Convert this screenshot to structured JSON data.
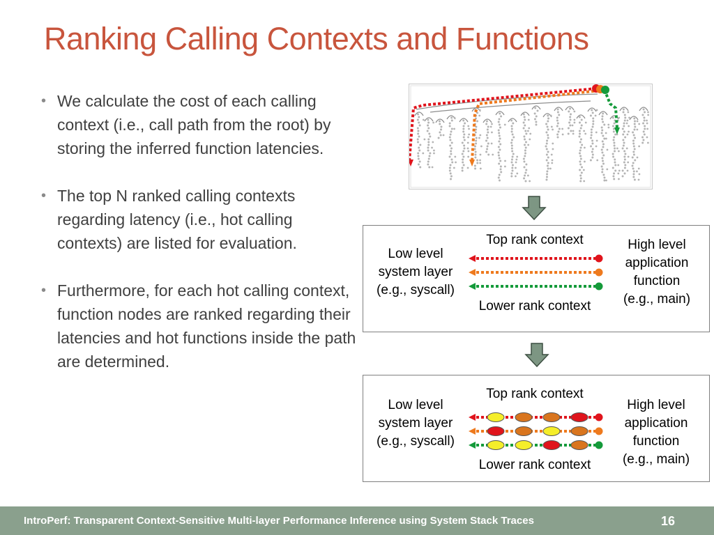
{
  "title": "Ranking Calling Contexts and Functions",
  "bullets": [
    "We calculate the cost of each calling context (i.e., call path from the root) by storing the inferred function latencies.",
    "The top N ranked calling contexts regarding latency (i.e., hot calling contexts) are listed for evaluation.",
    "Furthermore, for each hot calling context, function nodes are ranked regarding their latencies and hot functions inside the path are determined."
  ],
  "panel1": {
    "top_label": "Top rank context",
    "bottom_label": "Lower rank context",
    "left_label": [
      "Low level",
      "system layer",
      "(e.g., syscall)"
    ],
    "right_label": [
      "High level",
      "application",
      "function",
      "(e.g., main)"
    ]
  },
  "panel2": {
    "top_label": "Top rank context",
    "bottom_label": "Lower rank context",
    "left_label": [
      "Low level",
      "system layer",
      "(e.g., syscall)"
    ],
    "right_label": [
      "High level",
      "application",
      "function",
      "(e.g., main)"
    ]
  },
  "colors": {
    "title": "#c8553d",
    "path_red": "#e0141c",
    "path_orange": "#ee7a1e",
    "path_green": "#149a3a",
    "node_yellow": "#f5ee2a",
    "node_orange": "#d9751e",
    "footer_bg": "#8aa08d",
    "arrow_fill": "#7d9683"
  },
  "footer": {
    "text": "IntroPerf: Transparent Context-Sensitive Multi-layer Performance Inference using System Stack Traces",
    "page": "16"
  }
}
